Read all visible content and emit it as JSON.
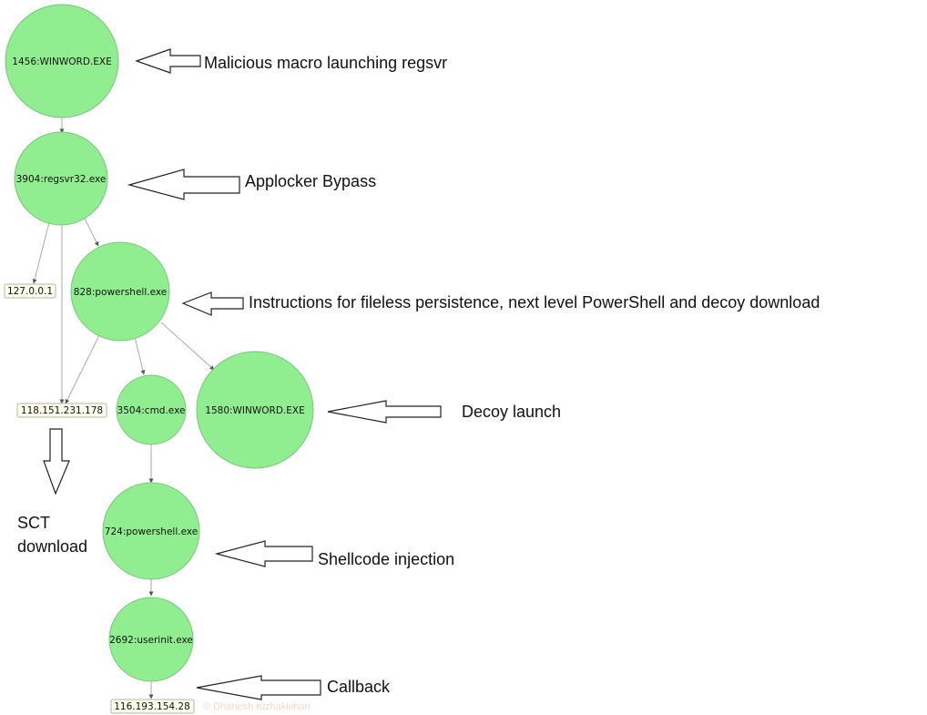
{
  "colors": {
    "node_fill": "#90ee90",
    "node_stroke": "#7cc47c",
    "ip_fill": "#fffff0",
    "edge": "#aaaaaa",
    "arrow_stroke": "#222222"
  },
  "nodes": {
    "winword_1456": "1456:WINWORD.EXE",
    "regsvr32_3904": "3904:regsvr32.exe",
    "powershell_828": "828:powershell.exe",
    "cmd_3504": "3504:cmd.exe",
    "winword_1580": "1580:WINWORD.EXE",
    "powershell_724": "724:powershell.exe",
    "userinit_2692": "2692:userinit.exe"
  },
  "ips": {
    "loopback": "127.0.0.1",
    "sct_host": "118.151.231.178",
    "callback_host": "116.193.154.28"
  },
  "annotations": {
    "macro": "Malicious macro launching regsvr",
    "applocker": "Applocker Bypass",
    "fileless": "Instructions for fileless persistence, next level PowerShell and decoy download",
    "decoy": "Decoy launch",
    "sct_line1": "SCT",
    "sct_line2": "download",
    "shellcode": "Shellcode injection",
    "callback": "Callback"
  },
  "watermark": "© Dhanesh Kizhakkinan"
}
